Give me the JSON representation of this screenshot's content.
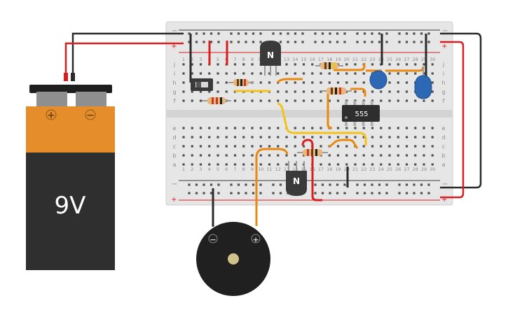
{
  "battery": {
    "voltage": "9V",
    "plus": "+",
    "minus": "−"
  },
  "breadboard": {
    "columns": [
      "1",
      "2",
      "3",
      "4",
      "5",
      "6",
      "7",
      "8",
      "9",
      "10",
      "11",
      "12",
      "13",
      "14",
      "15",
      "16",
      "17",
      "18",
      "19",
      "20",
      "21",
      "22",
      "23",
      "24",
      "25",
      "26",
      "27",
      "28",
      "29",
      "30"
    ],
    "rows_top": [
      "j",
      "i",
      "h",
      "g",
      "f"
    ],
    "rows_bottom": [
      "e",
      "d",
      "c",
      "b",
      "a"
    ],
    "rail_plus": "+",
    "rail_minus": "−"
  },
  "ic": {
    "label": "555"
  },
  "transistors": [
    {
      "label": "N"
    },
    {
      "label": "N"
    }
  ],
  "buzzer": {
    "minus": "−",
    "plus": "+"
  },
  "colors": {
    "board": "#e4e4e4",
    "hole": "#505050",
    "wire_black": "#2b2b2b",
    "wire_red": "#d81f1f",
    "wire_orange": "#e88a12",
    "wire_yellow": "#f3c21b",
    "battery_orange": "#e58d2a",
    "battery_dark": "#2f2f2f",
    "capacitor_blue": "#2c68b4"
  }
}
